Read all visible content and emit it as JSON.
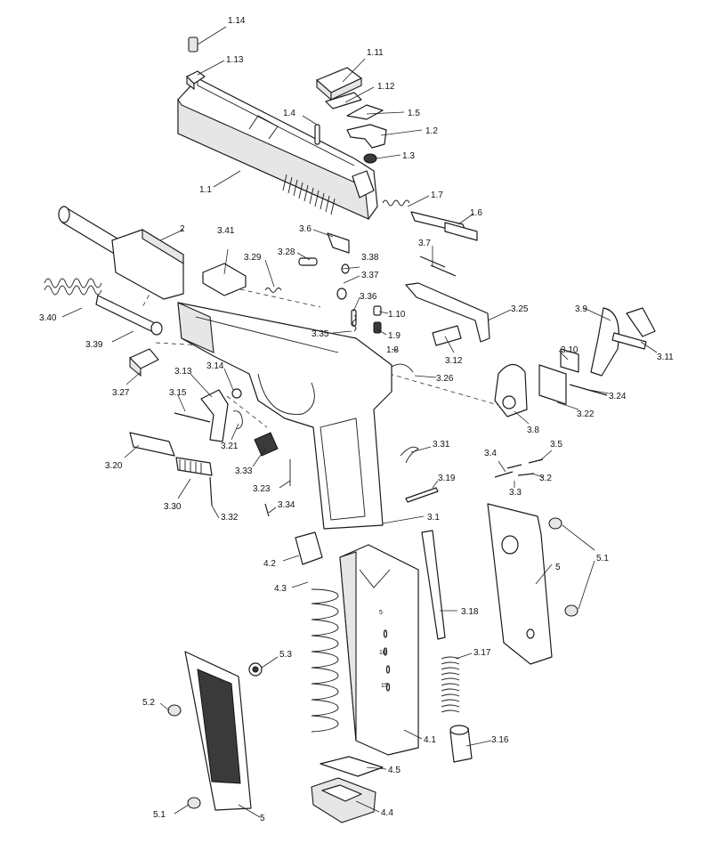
{
  "labels": {
    "l_1_14": "1.14",
    "l_1_13": "1.13",
    "l_1_11": "1.11",
    "l_1_12": "1.12",
    "l_1_5": "1.5",
    "l_1_4": "1.4",
    "l_1_2": "1.2",
    "l_1_3": "1.3",
    "l_1_1": "1.1",
    "l_1_7": "1.7",
    "l_1_6": "1.6",
    "l_2": "2",
    "l_3_41": "3.41",
    "l_3_6": "3.6",
    "l_3_28": "3.28",
    "l_3_38": "3.38",
    "l_3_29": "3.29",
    "l_3_37": "3.37",
    "l_3_7": "3.7",
    "l_3_40": "3.40",
    "l_3_39": "3.39",
    "l_3_36": "3.36",
    "l_1_10": "1.10",
    "l_3_35": "3.35",
    "l_1_9": "1.9",
    "l_1_8": "1.8",
    "l_3_25": "3.25",
    "l_3_9": "3.9",
    "l_3_12": "3.12",
    "l_3_10": "3.10",
    "l_3_11": "3.11",
    "l_3_27": "3.27",
    "l_3_13": "3.13",
    "l_3_14": "3.14",
    "l_3_15": "3.15",
    "l_3_26": "3.26",
    "l_3_24": "3.24",
    "l_3_22": "3.22",
    "l_3_8": "3.8",
    "l_3_21": "3.21",
    "l_3_20": "3.20",
    "l_3_33": "3.33",
    "l_3_31": "3.31",
    "l_3_4": "3.4",
    "l_3_5": "3.5",
    "l_3_2": "3.2",
    "l_3_3": "3.3",
    "l_3_23": "3.23",
    "l_3_19": "3.19",
    "l_3_30": "3.30",
    "l_3_32": "3.32",
    "l_3_34": "3.34",
    "l_3_1": "3.1",
    "l_5_1_top": "5.1",
    "l_4_2": "4.2",
    "l_5_right": "5",
    "l_4_3": "4.3",
    "l_3_18": "3.18",
    "l_5_3": "5.3",
    "l_3_17": "3.17",
    "l_5_2": "5.2",
    "l_4_1": "4.1",
    "l_3_16": "3.16",
    "l_4_5": "4.5",
    "l_4_4": "4.4",
    "l_5_1_bottom": "5.1",
    "l_5_left": "5"
  },
  "magazine_marks": {
    "m5": "5",
    "m10": "10",
    "m15": "15"
  }
}
